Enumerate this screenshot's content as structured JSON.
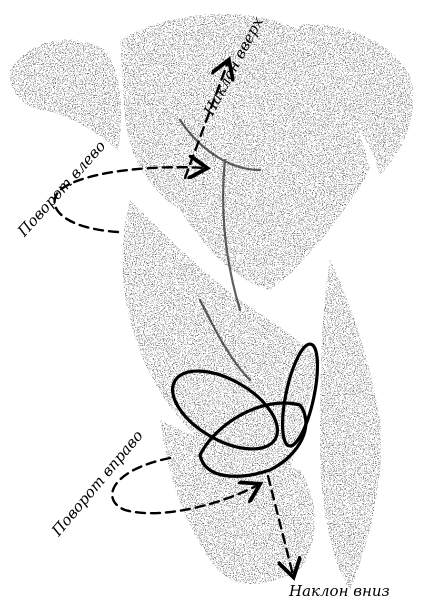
{
  "labels": {
    "tilt_up": "Наклон вверх",
    "turn_left": "Поворот влево",
    "turn_right": "Поворот вправо",
    "tilt_down": "Наклон вниз"
  },
  "colors": {
    "ink": "#000000",
    "pencil": "#6f6f6f",
    "background": "#ffffff"
  }
}
